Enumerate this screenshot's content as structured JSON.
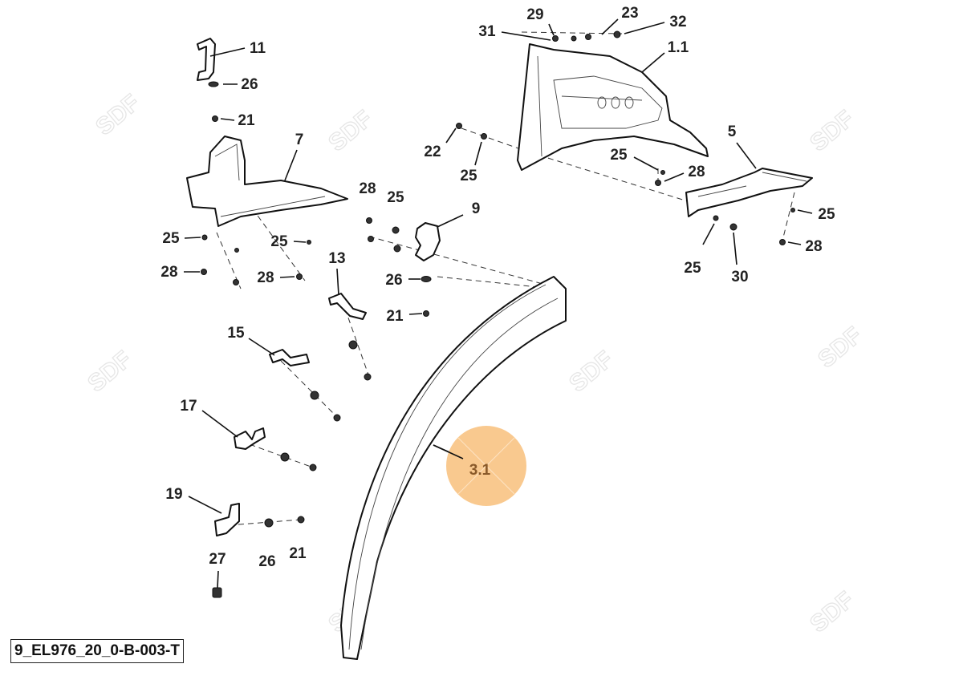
{
  "watermark": "SDF",
  "highlight_color": "#f9c98f",
  "highlight_text_color": "#8a5a2a",
  "callouts": [
    "11",
    "26",
    "21",
    "7",
    "25",
    "25",
    "28",
    "28",
    "28",
    "25",
    "9",
    "13",
    "26",
    "21",
    "15",
    "17",
    "19",
    "27",
    "26",
    "21",
    "29",
    "23",
    "32",
    "31",
    "1.1",
    "22",
    "25",
    "25",
    "28",
    "5",
    "25",
    "28",
    "25",
    "30"
  ],
  "highlighted_callout": "3.1",
  "footer_code": "9_EL976_20_0-B-003-T"
}
